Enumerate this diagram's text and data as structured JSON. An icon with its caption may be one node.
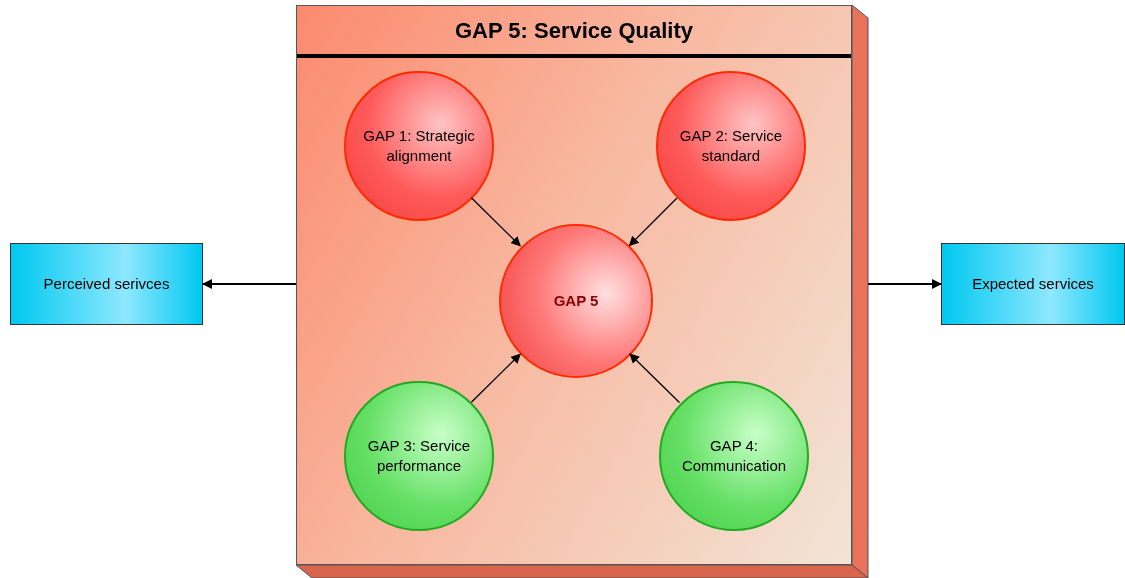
{
  "diagram": {
    "nodes": [
      {
        "text": [
          "GAP 5: Service Quality"
        ]
      },
      {
        "text": [
          "GAP 1: Strategic alignment"
        ],
        "in": 0
      },
      {
        "text": [
          "GAP 2: Service standard"
        ],
        "in": 0
      },
      {
        "text": [
          "GAP 5"
        ],
        "in": 0
      },
      {
        "text": [
          "GAP 3: Service performance"
        ],
        "in": 0
      },
      {
        "text": [
          "GAP 4: Communication"
        ],
        "in": 0
      },
      {
        "text": [
          "Perceived serivces"
        ]
      },
      {
        "text": [
          "Expected services"
        ]
      }
    ],
    "edges": [
      {
        "from": 1,
        "to": 3,
        "arrow": "to"
      },
      {
        "from": 2,
        "to": 3,
        "arrow": "to"
      },
      {
        "from": 4,
        "to": 3,
        "arrow": "to"
      },
      {
        "from": 5,
        "to": 3,
        "arrow": "to"
      },
      {
        "from": 0,
        "to": 6,
        "arrow": "to"
      },
      {
        "from": 0,
        "to": 7,
        "arrow": "to"
      }
    ]
  }
}
